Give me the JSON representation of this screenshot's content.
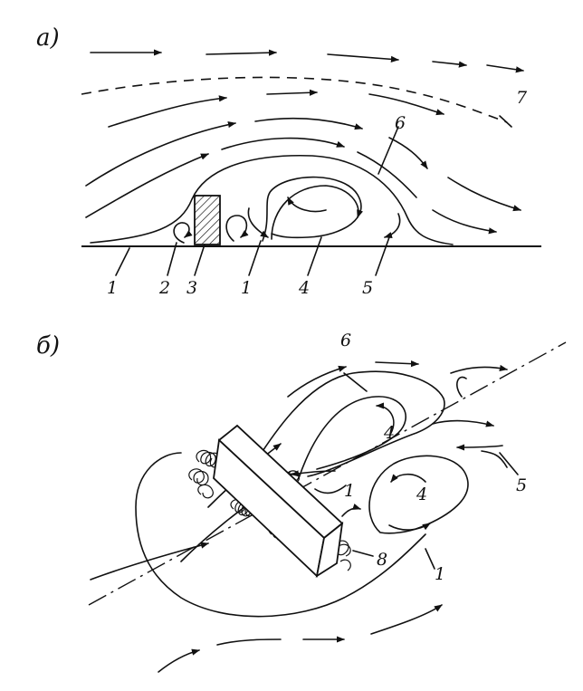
{
  "panels": [
    {
      "label": "а)"
    },
    {
      "label": "б)"
    }
  ],
  "panel_a_labels": [
    "1",
    "2",
    "3",
    "1",
    "4",
    "5",
    "6",
    "7"
  ],
  "panel_b_labels": [
    "6",
    "4",
    "4",
    "5",
    "1",
    "1",
    "8"
  ]
}
